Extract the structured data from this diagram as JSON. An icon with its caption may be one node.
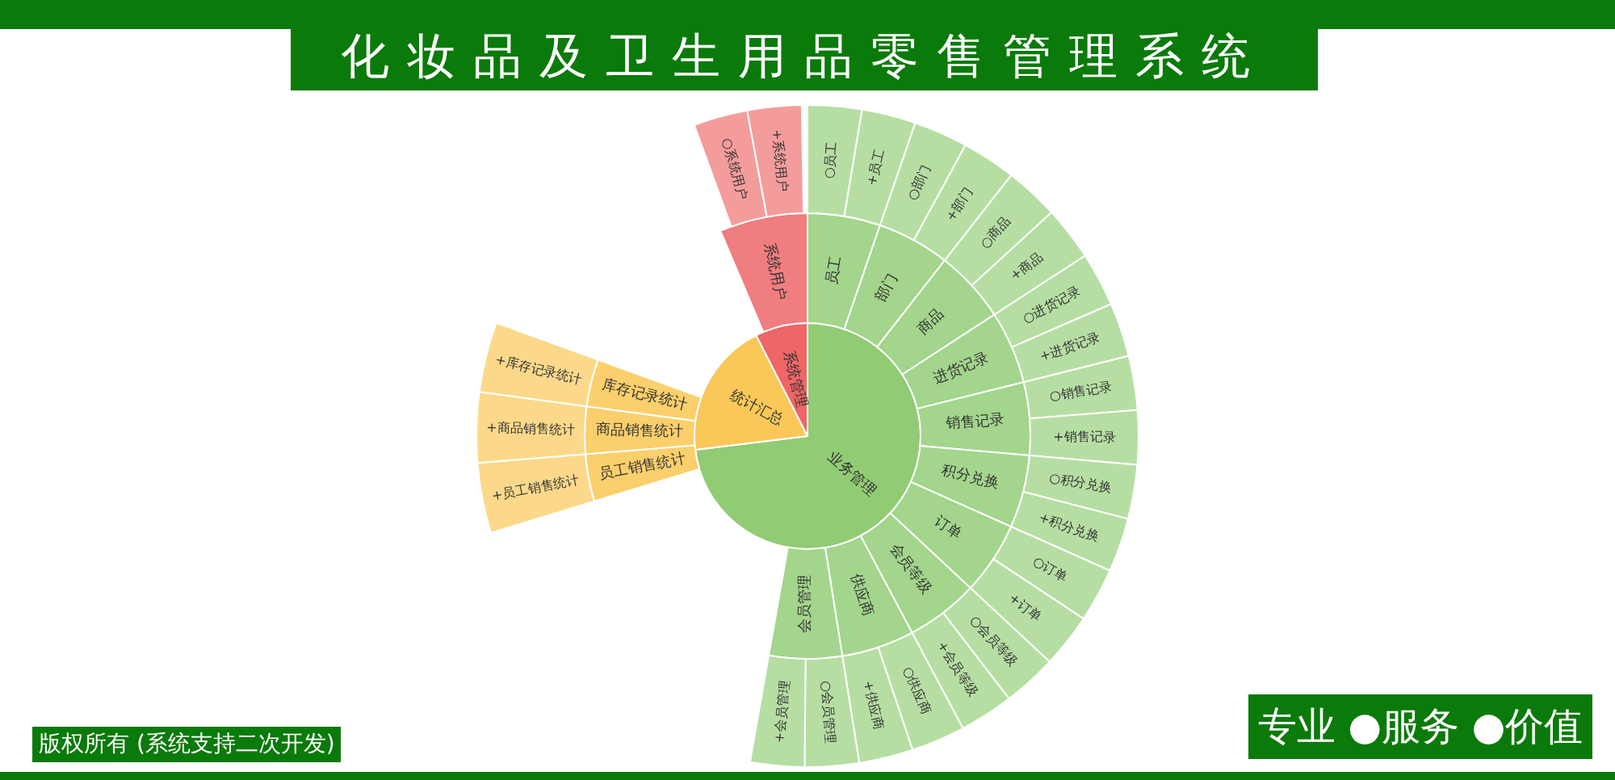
{
  "diagram": {
    "title": "化妆品及卫生用品零售管理系统",
    "nodes": [
      {
        "text": [
          "业务管理"
        ]
      },
      {
        "text": [
          "统计汇总"
        ]
      },
      {
        "text": [
          "系统管理"
        ]
      },
      {
        "text": [
          "员工"
        ]
      },
      {
        "text": [
          "部门"
        ]
      },
      {
        "text": [
          "商品"
        ]
      },
      {
        "text": [
          "进货记录"
        ]
      },
      {
        "text": [
          "销售记录"
        ]
      },
      {
        "text": [
          "积分兑换"
        ]
      },
      {
        "text": [
          "订单"
        ]
      },
      {
        "text": [
          "会员等级"
        ]
      },
      {
        "text": [
          "供应商"
        ]
      },
      {
        "text": [
          "会员管理"
        ]
      },
      {
        "text": [
          "员工销售统计"
        ]
      },
      {
        "text": [
          "商品销售统计"
        ]
      },
      {
        "text": [
          "库存记录统计"
        ]
      },
      {
        "text": [
          "系统用户"
        ]
      },
      {
        "text": [
          "○员工"
        ]
      },
      {
        "text": [
          "+员工"
        ]
      },
      {
        "text": [
          "○部门"
        ]
      },
      {
        "text": [
          "+部门"
        ]
      },
      {
        "text": [
          "○商品"
        ]
      },
      {
        "text": [
          "+商品"
        ]
      },
      {
        "text": [
          "○进货记录"
        ]
      },
      {
        "text": [
          "+进货记录"
        ]
      },
      {
        "text": [
          "○销售记录"
        ]
      },
      {
        "text": [
          "+销售记录"
        ]
      },
      {
        "text": [
          "○积分兑换"
        ]
      },
      {
        "text": [
          "+积分兑换"
        ]
      },
      {
        "text": [
          "○订单"
        ]
      },
      {
        "text": [
          "+订单"
        ]
      },
      {
        "text": [
          "○会员等级"
        ]
      },
      {
        "text": [
          "+会员等级"
        ]
      },
      {
        "text": [
          "○供应商"
        ]
      },
      {
        "text": [
          "+供应商"
        ]
      },
      {
        "text": [
          "○会员管理"
        ]
      },
      {
        "text": [
          "+会员管理"
        ]
      },
      {
        "text": [
          "+员工销售统计"
        ]
      },
      {
        "text": [
          "+商品销售统计"
        ]
      },
      {
        "text": [
          "+库存记录统计"
        ]
      },
      {
        "text": [
          "○系统用户"
        ]
      },
      {
        "text": [
          "+系统用户"
        ]
      }
    ],
    "labels": [
      "版权所有 (系统支持二次开发)",
      "专业 ●服务 ●价值"
    ]
  }
}
